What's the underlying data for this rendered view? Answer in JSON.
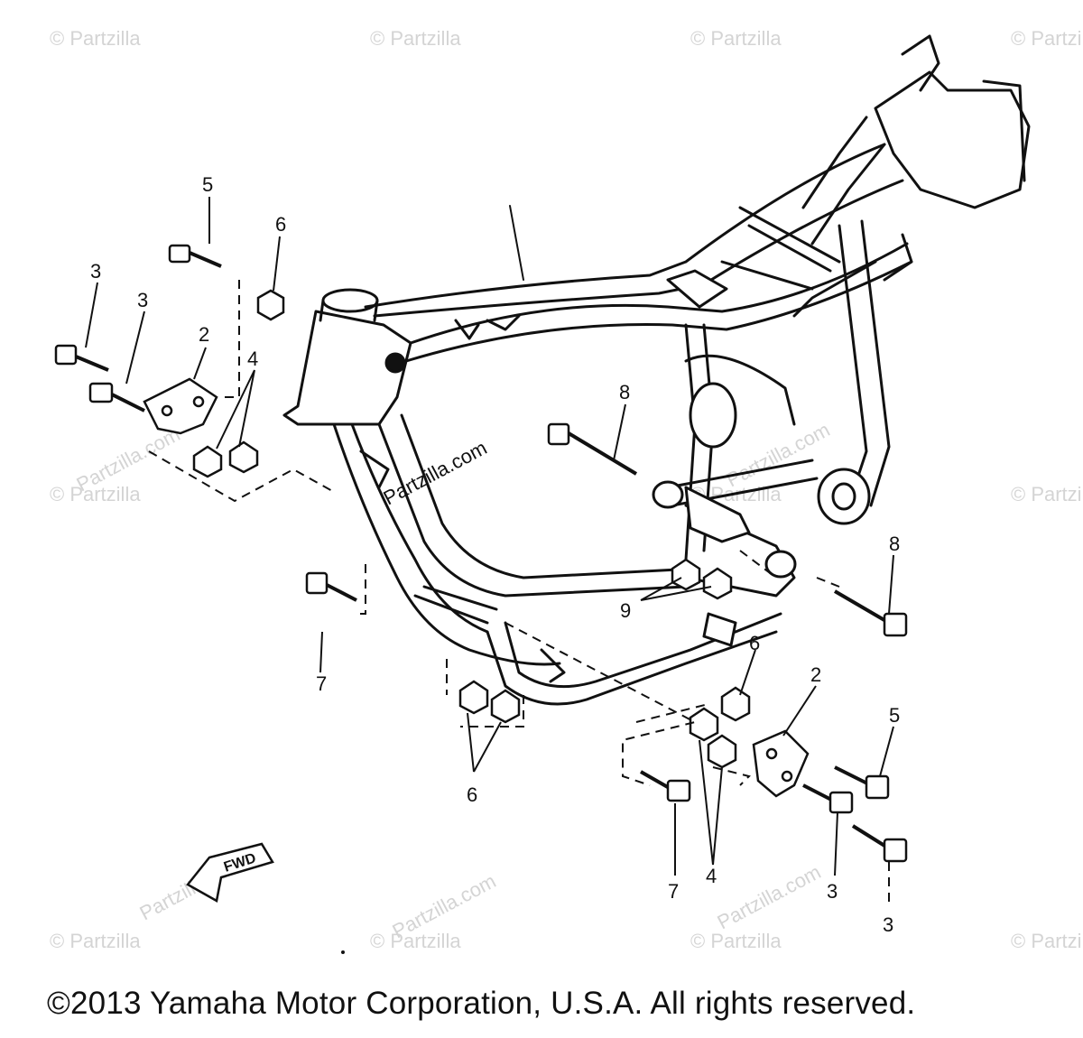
{
  "watermark": "© Partzilla",
  "watermark_diag": "Partzilla.com",
  "direction_label": "FWD",
  "copyright": "©2013 Yamaha Motor Corporation, U.S.A. All rights reserved.",
  "callouts": {
    "c1": "",
    "c5_left": "5",
    "c6_left_top": "6",
    "c3_a": "3",
    "c3_b": "3",
    "c2_left": "2",
    "c4_left": "4",
    "c8_top": "8",
    "c8_right": "8",
    "c9": "9",
    "c7_left": "7",
    "c6_bottom": "6",
    "c6_right": "6",
    "c2_right": "2",
    "c5_right": "5",
    "c7_bottom": "7",
    "c4_bottom": "4",
    "c3_c": "3",
    "c3_d": "3"
  }
}
